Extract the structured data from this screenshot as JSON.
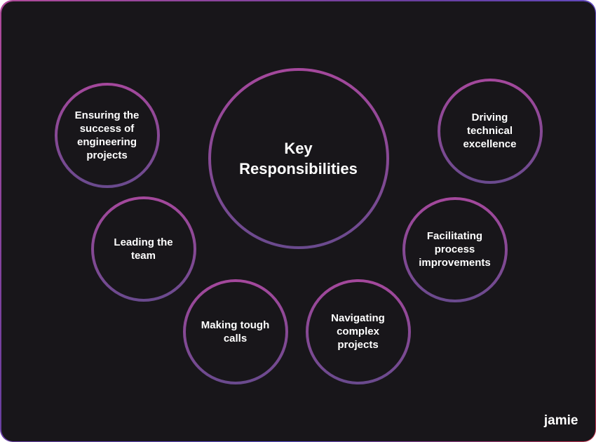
{
  "diagram": {
    "center": {
      "label": "Key\nResponsibilities"
    },
    "nodes": [
      {
        "id": "ensuring-success",
        "label": "Ensuring the\nsuccess of\nengineering\nprojects"
      },
      {
        "id": "leading-team",
        "label": "Leading the\nteam"
      },
      {
        "id": "tough-calls",
        "label": "Making tough\ncalls"
      },
      {
        "id": "navigating-projects",
        "label": "Navigating\ncomplex\nprojects"
      },
      {
        "id": "process-improvements",
        "label": "Facilitating\nprocess\nimprovements"
      },
      {
        "id": "technical-excellence",
        "label": "Driving\ntechnical\nexcellence"
      }
    ]
  },
  "brand": {
    "name": "jamie"
  },
  "colors": {
    "background": "#18161a",
    "ring_top": "#a4489c",
    "ring_bottom": "#6a4a8e",
    "text": "#ffffff"
  }
}
